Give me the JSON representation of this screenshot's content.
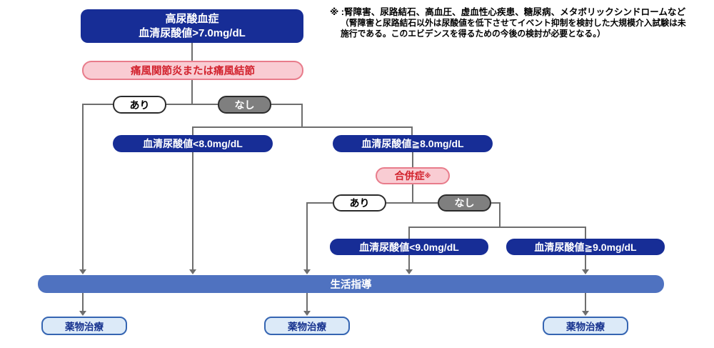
{
  "title_note": {
    "line1": "※ :腎障害、尿路結石、高血圧、虚血性心疾患、糖尿病、メタボリックシンドロームなど",
    "line2": "（腎障害と尿路結石以外は尿酸値を低下させてイベント抑制を検討した大規模介入試験は未",
    "line3": "施行である。このエビデンスを得るための今後の検討が必要となる。）"
  },
  "nodes": {
    "root_line1": "高尿酸血症",
    "root_line2": "血清尿酸値>7.0mg/dL",
    "gout_check": "痛風関節炎または痛風結節",
    "yes1": "あり",
    "no1": "なし",
    "ua_lt8": "血清尿酸値<8.0mg/dL",
    "ua_ge8": "血清尿酸値≧8.0mg/dL",
    "complication": "合併症",
    "complication_ref": "※",
    "yes2": "あり",
    "no2": "なし",
    "ua_lt9": "血清尿酸値<9.0mg/dL",
    "ua_ge9": "血清尿酸値≧9.0mg/dL",
    "lifestyle_guidance": "生活指導",
    "drug_therapy": "薬物治療"
  },
  "colors": {
    "navy_box": "#172d96",
    "pink_fill": "#f9ccd3",
    "pink_border": "#e87c8b",
    "red_text": "#d2232e",
    "gray_pill": "#7f7f7f",
    "lifestyle_bar": "#4f72c0",
    "drug_fill": "#dceaf8",
    "drug_border": "#3565b2",
    "connector_gray": "#6e6e6e"
  }
}
